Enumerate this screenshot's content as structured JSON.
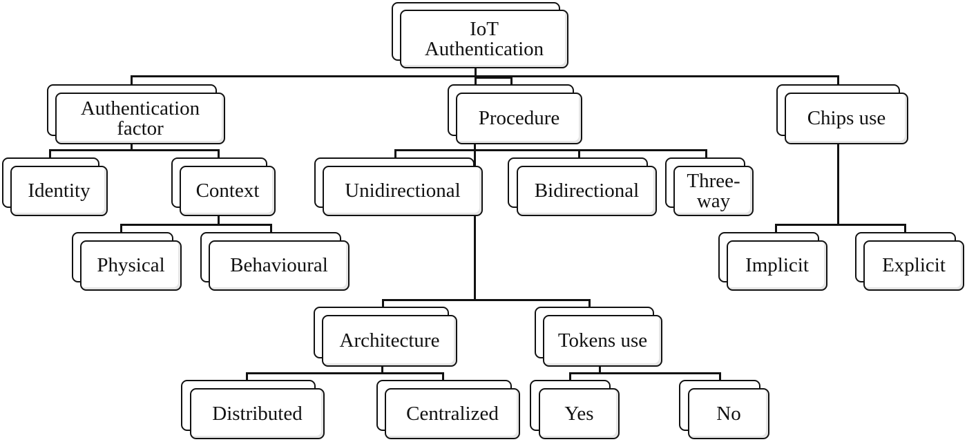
{
  "diagram": {
    "type": "hierarchy-tree",
    "title": "IoT Authentication",
    "colors": {
      "stroke": "#111111",
      "fill": "#ffffff",
      "text": "#111111"
    },
    "nodes": {
      "root": {
        "label": "IoT\nAuthentication",
        "parent": null
      },
      "auth_factor": {
        "label": "Authentication\nfactor",
        "parent": "root"
      },
      "procedure": {
        "label": "Procedure",
        "parent": "root"
      },
      "chips_use": {
        "label": "Chips use",
        "parent": "root"
      },
      "identity": {
        "label": "Identity",
        "parent": "auth_factor"
      },
      "context": {
        "label": "Context",
        "parent": "auth_factor"
      },
      "physical": {
        "label": "Physical",
        "parent": "context"
      },
      "behavioural": {
        "label": "Behavioural",
        "parent": "context"
      },
      "unidirectional": {
        "label": "Unidirectional",
        "parent": "procedure"
      },
      "bidirectional": {
        "label": "Bidirectional",
        "parent": "procedure"
      },
      "three_way": {
        "label": "Three-\nway",
        "parent": "procedure"
      },
      "architecture": {
        "label": "Architecture",
        "parent": "procedure"
      },
      "tokens_use": {
        "label": "Tokens use",
        "parent": "procedure"
      },
      "distributed": {
        "label": "Distributed",
        "parent": "architecture"
      },
      "centralized": {
        "label": "Centralized",
        "parent": "architecture"
      },
      "yes": {
        "label": "Yes",
        "parent": "tokens_use"
      },
      "no": {
        "label": "No",
        "parent": "tokens_use"
      },
      "implicit": {
        "label": "Implicit",
        "parent": "chips_use"
      },
      "explicit": {
        "label": "Explicit",
        "parent": "chips_use"
      }
    }
  }
}
